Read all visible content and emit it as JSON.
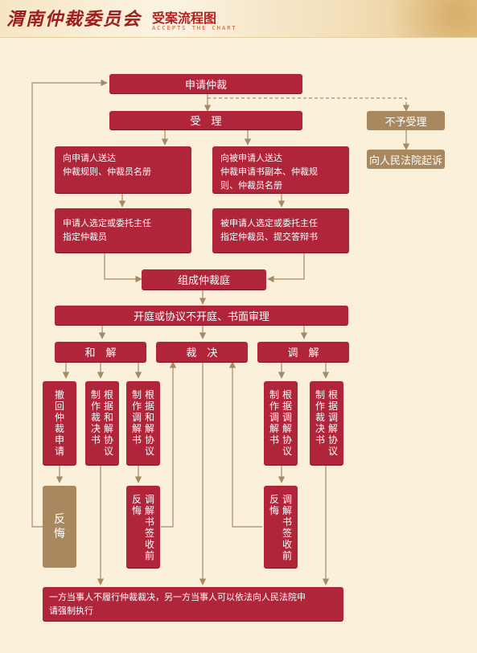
{
  "header": {
    "org_name": "渭南仲裁委员会",
    "title": "受案流程图",
    "subtitle": "ACCEPTS THE CHART"
  },
  "flow": {
    "apply": "申请仲裁",
    "accept": "受　理",
    "reject": "不予受理",
    "sue": "向人民法院起诉",
    "to_applicant": "向申请人送达\n仲裁规则、仲裁员名册",
    "to_respondent": "向被申请人送达\n仲裁申请书副本、仲裁规\n则、仲裁员名册",
    "applicant_choose": "申请人选定或委托主任\n指定仲裁员",
    "respondent_choose": "被申请人选定或委托主任\n指定仲裁员、提交答辩书",
    "form_tribunal": "组成仲裁庭",
    "hearing": "开庭或协议不开庭、书面审理",
    "settle": "和　解",
    "award": "裁　决",
    "mediate": "调　解",
    "withdraw": "撤回仲裁申请",
    "regret": "反悔",
    "settle_award": [
      "制作裁决书",
      "根据和解协议"
    ],
    "settle_mediation": [
      "制作调解书",
      "根据和解协议"
    ],
    "settle_regret": [
      "反悔",
      "调解书签收前"
    ],
    "mediate_mediation": [
      "制作调解书",
      "根据调解协议"
    ],
    "mediate_award": [
      "制作裁决书",
      "根据调解协议"
    ],
    "mediate_regret": [
      "反悔",
      "调解书签收前"
    ],
    "enforce": "一方当事人不履行仲裁裁决，另一方当事人可以依法向人民法院申\n请强制执行"
  },
  "colors": {
    "box_red": "#b0253a",
    "box_brown": "#a98860",
    "arrow": "#a58a66",
    "background": "#fbf1db",
    "header_text": "#9d1d1d"
  }
}
